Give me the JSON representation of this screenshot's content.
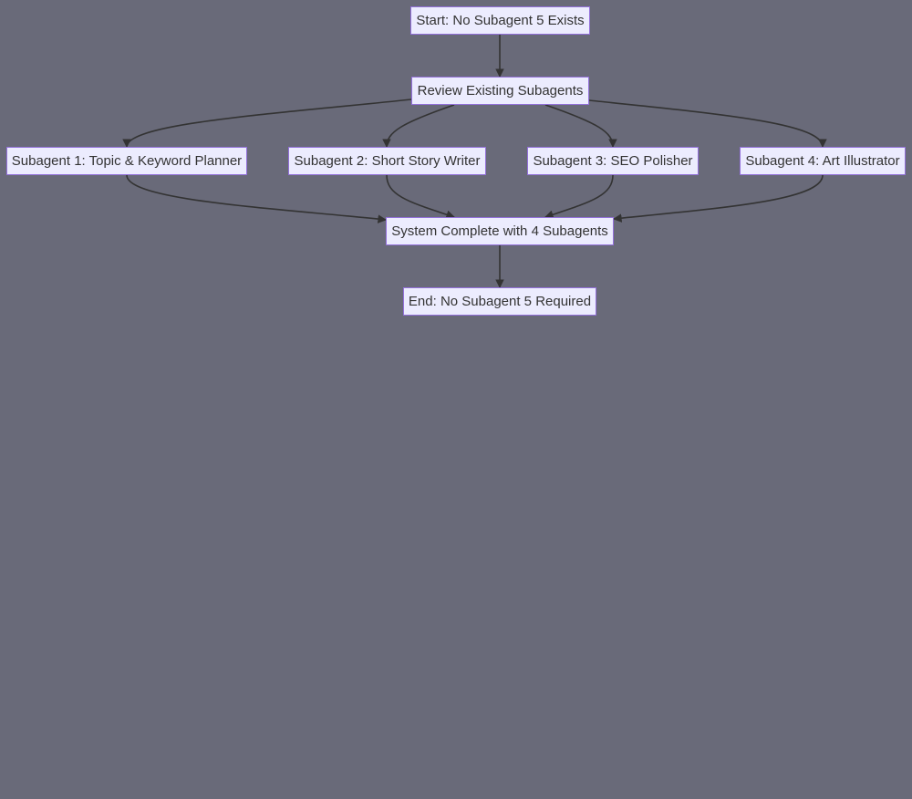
{
  "diagram": {
    "nodes": {
      "start": "Start: No Subagent 5 Exists",
      "review": "Review Existing Subagents",
      "subagent1": "Subagent 1: Topic & Keyword Planner",
      "subagent2": "Subagent 2: Short Story Writer",
      "subagent3": "Subagent 3: SEO Polisher",
      "subagent4": "Subagent 4: Art Illustrator",
      "system": "System Complete with 4 Subagents",
      "end": "End: No Subagent 5 Required"
    },
    "edges": [
      {
        "from": "start",
        "to": "review"
      },
      {
        "from": "review",
        "to": "subagent1"
      },
      {
        "from": "review",
        "to": "subagent2"
      },
      {
        "from": "review",
        "to": "subagent3"
      },
      {
        "from": "review",
        "to": "subagent4"
      },
      {
        "from": "subagent1",
        "to": "system"
      },
      {
        "from": "subagent2",
        "to": "system"
      },
      {
        "from": "subagent3",
        "to": "system"
      },
      {
        "from": "subagent4",
        "to": "system"
      },
      {
        "from": "system",
        "to": "end"
      }
    ],
    "colors": {
      "background": "#696a79",
      "node_fill": "#ececfe",
      "node_border": "#9370db",
      "edge": "#333333",
      "text": "#333333"
    }
  }
}
